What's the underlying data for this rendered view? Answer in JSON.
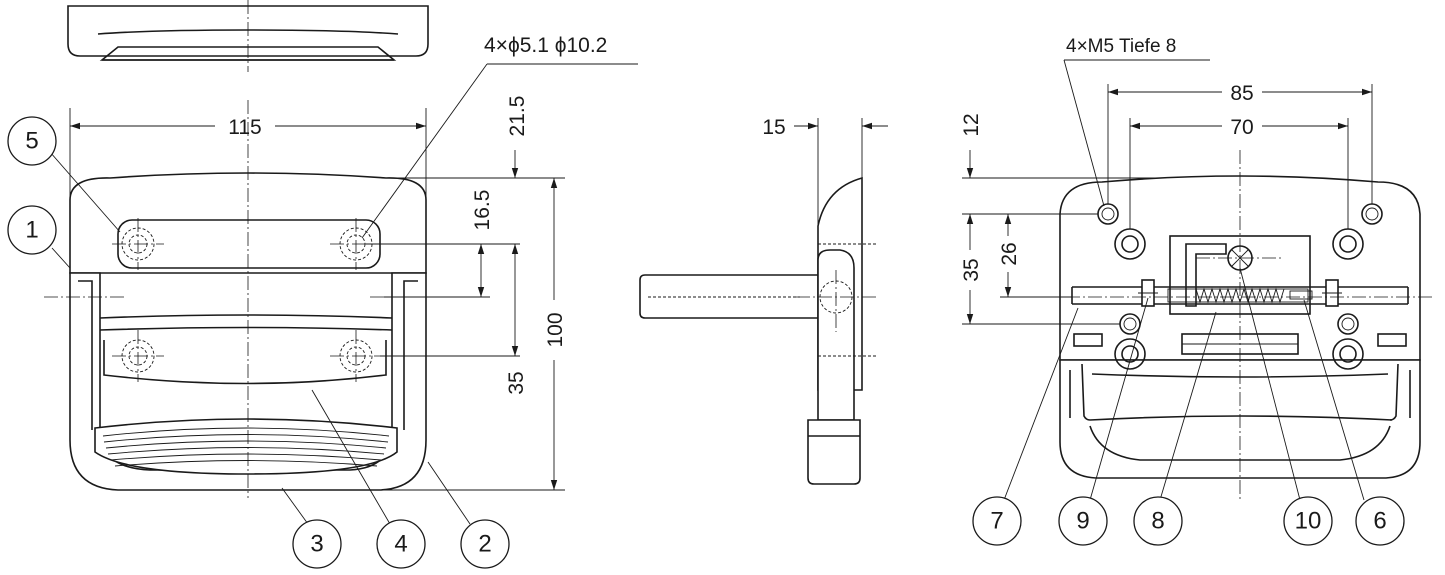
{
  "dimensions": {
    "front_width": "115",
    "top_offset": "21.5",
    "hole_offset": "16.5",
    "lower_spacing": "35",
    "height": "100",
    "side_thickness": "15",
    "hole_spacing_outer": "85",
    "hole_spacing_inner": "70",
    "back_top": "12",
    "back_mid": "26",
    "back_vertical": "35"
  },
  "notes": {
    "front_holes": "4×ϕ5.1 ϕ10.2",
    "back_threads": "4×M5  Tiefe 8"
  },
  "callouts": [
    "5",
    "1",
    "3",
    "4",
    "2",
    "7",
    "9",
    "8",
    "10",
    "6"
  ],
  "colors": {
    "line": "#1a1a1a",
    "background": "#ffffff"
  }
}
